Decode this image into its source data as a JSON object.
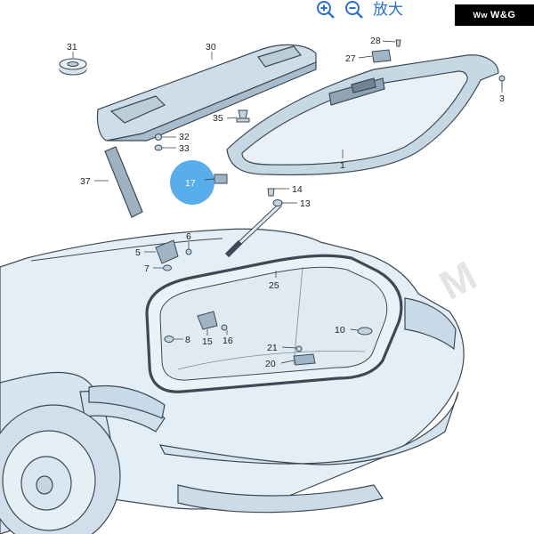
{
  "toolbar": {
    "zoom_in_icon": "zoom-in-icon",
    "zoom_out_icon": "zoom-out-icon",
    "label": "放大"
  },
  "brand": {
    "text": "W&G",
    "logo_glyph": "Ww"
  },
  "watermark": "M",
  "colors": {
    "line": "#3d4a55",
    "panel_fill": "#dbe7f0",
    "car_fill": "#e3eef6",
    "highlight": "#3aa0e8",
    "accent": "#2a6fd6"
  },
  "callouts": [
    {
      "id": "1",
      "label": "1"
    },
    {
      "id": "3",
      "label": "3"
    },
    {
      "id": "5",
      "label": "5"
    },
    {
      "id": "6",
      "label": "6"
    },
    {
      "id": "7",
      "label": "7"
    },
    {
      "id": "8",
      "label": "8"
    },
    {
      "id": "10",
      "label": "10"
    },
    {
      "id": "13",
      "label": "13"
    },
    {
      "id": "14",
      "label": "14"
    },
    {
      "id": "15",
      "label": "15"
    },
    {
      "id": "16",
      "label": "16"
    },
    {
      "id": "17",
      "label": "17"
    },
    {
      "id": "20",
      "label": "20"
    },
    {
      "id": "21",
      "label": "21"
    },
    {
      "id": "25",
      "label": "25"
    },
    {
      "id": "27",
      "label": "27"
    },
    {
      "id": "28",
      "label": "28"
    },
    {
      "id": "30",
      "label": "30"
    },
    {
      "id": "31",
      "label": "31"
    },
    {
      "id": "32",
      "label": "32"
    },
    {
      "id": "33",
      "label": "33"
    },
    {
      "id": "35",
      "label": "35"
    },
    {
      "id": "37",
      "label": "37"
    }
  ]
}
